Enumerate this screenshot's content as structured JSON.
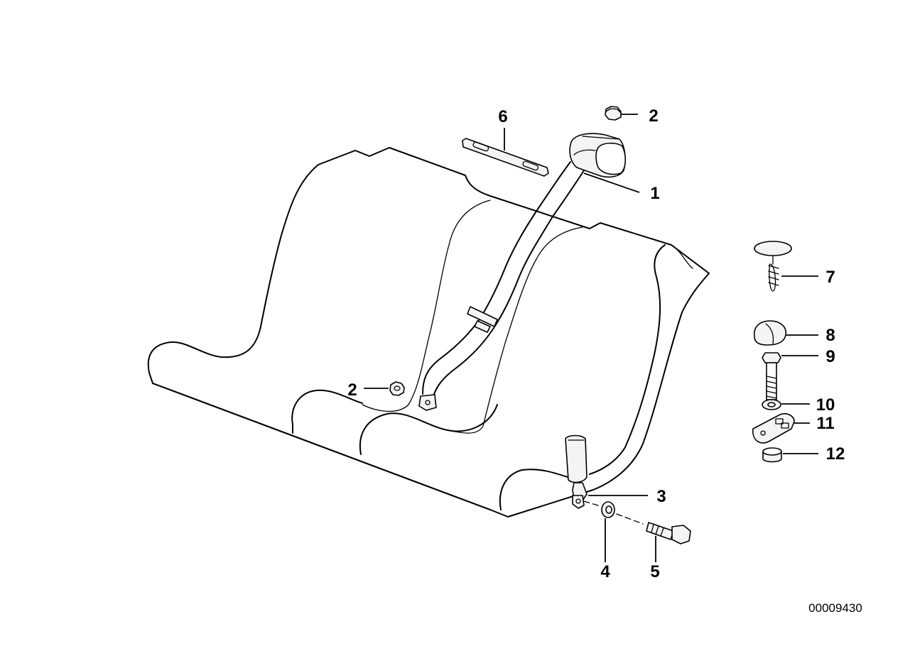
{
  "diagram": {
    "document_number": "00009430",
    "callouts": [
      "1",
      "2",
      "2",
      "3",
      "4",
      "5",
      "6",
      "7",
      "8",
      "9",
      "10",
      "11",
      "12"
    ]
  }
}
